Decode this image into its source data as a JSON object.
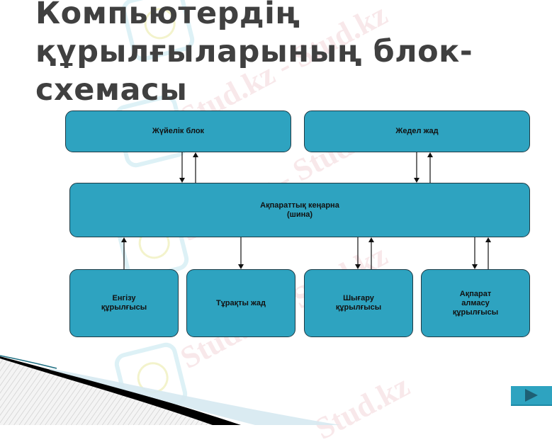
{
  "slide": {
    "title": "Компьютердің құрылғыларының блок-схемасы"
  },
  "diagram": {
    "top_blocks": [
      {
        "id": "system-block",
        "label": "Жүйелік блок"
      },
      {
        "id": "ram",
        "label": "Жедел жад"
      }
    ],
    "bus": {
      "label": "Ақпараттық кеңарна\n(шина)"
    },
    "bottom_blocks": [
      {
        "id": "input-device",
        "label": "Енгізу\nқұрылғысы"
      },
      {
        "id": "rom",
        "label": "Тұрақты жад"
      },
      {
        "id": "output-device",
        "label": "Шығару\nқұрылғысы"
      },
      {
        "id": "exchange-device",
        "label": "Ақпарат\nалмасу\nқұрылғысы"
      }
    ],
    "colors": {
      "block_fill": "#2ea3c0",
      "block_border": "#1e3a44",
      "title_text": "#404040",
      "arrow": "#111111"
    }
  },
  "watermark": {
    "text": "Stud.kz",
    "text_alt": "Stud.kz - Stud.kz"
  },
  "navigation": {
    "next_icon": "play-triangle-icon"
  }
}
